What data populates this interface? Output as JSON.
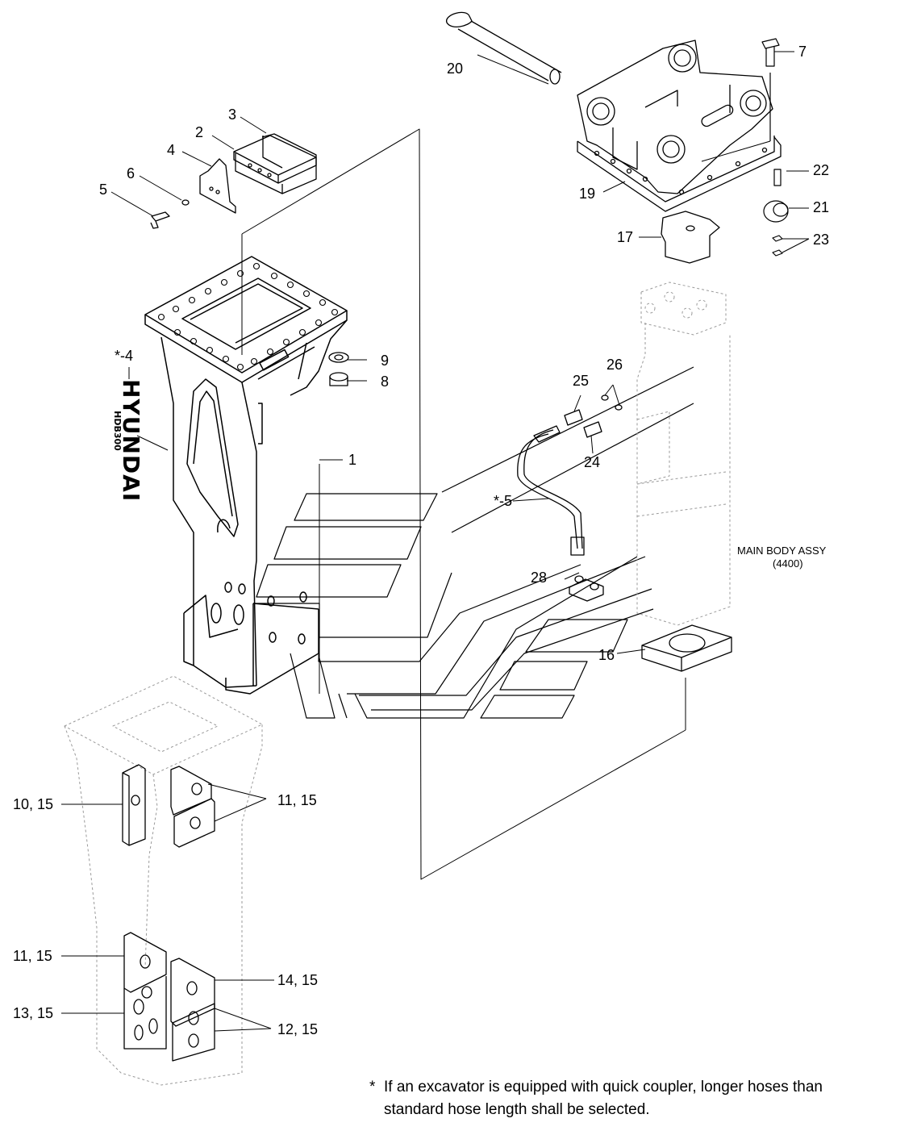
{
  "callouts": {
    "c1": "1",
    "c2": "2",
    "c3": "3",
    "c4": "4",
    "c5": "5",
    "c6": "6",
    "c7": "7",
    "c8": "8",
    "c9": "9",
    "c4s": "*-4",
    "c5s": "*-5",
    "c10_15": "10, 15",
    "c11_15a": "11, 15",
    "c11_15b": "11, 15",
    "c13_15": "13, 15",
    "c14_15": "14, 15",
    "c12_15": "12, 15",
    "c16": "16",
    "c17": "17",
    "c19": "19",
    "c20": "20",
    "c21": "21",
    "c22": "22",
    "c23": "23",
    "c24": "24",
    "c25": "25",
    "c26": "26",
    "c28": "28"
  },
  "main_body": {
    "title": "MAIN BODY ASSY",
    "code": "(4400)"
  },
  "decal": {
    "brand": "HYUNDAI",
    "model": "HDB300"
  },
  "footnote": {
    "mark": "*",
    "line1": "If an excavator is equipped with quick coupler, longer hoses than",
    "line2": "standard hose length shall be selected."
  }
}
